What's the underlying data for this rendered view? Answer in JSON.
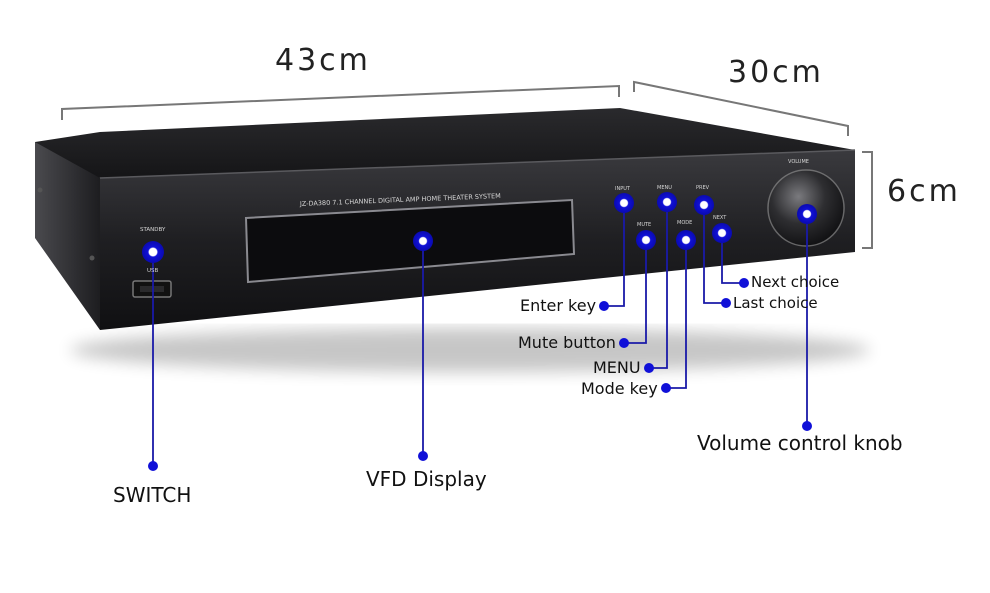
{
  "dimensions": {
    "width": "43cm",
    "depth": "30cm",
    "height": "6cm"
  },
  "panel": {
    "model_text": "JZ-DA380  7.1 CHANNEL DIGITAL AMP HOME THEATER SYSTEM",
    "standby": "STANDBY",
    "usb": "USB",
    "input": "INPUT",
    "menu": "MENU",
    "prev": "PREV",
    "mute": "MUTE",
    "mode": "MODE",
    "next": "NEXT",
    "volume": "VOLUME"
  },
  "callouts": {
    "switch": "SWITCH",
    "vfd_display": "VFD Display",
    "enter_key": "Enter key",
    "mute_button": "Mute button",
    "menu": "MENU",
    "mode_key": "Mode key",
    "next_choice": "Next choice",
    "last_choice": "Last choice",
    "volume_knob": "Volume control knob"
  },
  "colors": {
    "marker": "#1010d8",
    "device": "#1b1b1d",
    "line": "#1a1aa8"
  }
}
